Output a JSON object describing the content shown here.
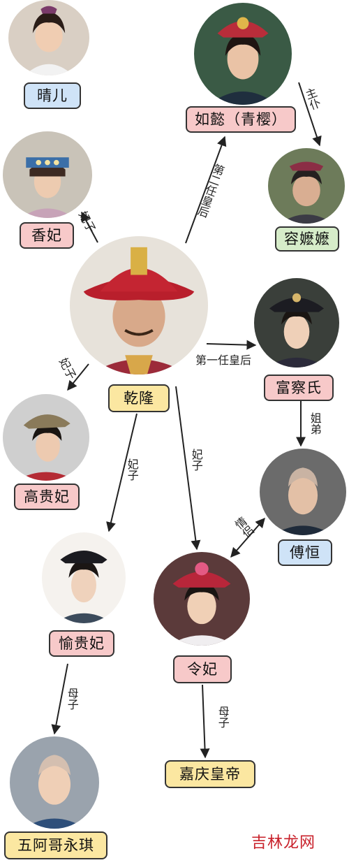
{
  "people": {
    "qinger": "晴儿",
    "xiangfei": "香妃",
    "ruyi": "如懿（青樱）",
    "rongmomo": "容嬷嬷",
    "qianlong": "乾隆",
    "fucha": "富察氏",
    "gaoguifei": "高贵妃",
    "fuheng": "傅恒",
    "yuguifei": "愉贵妃",
    "lingfei": "令妃",
    "yongqi": "五阿哥永琪",
    "jiaqing": "嘉庆皇帝"
  },
  "relations": {
    "xiangfei": "妃子",
    "ruyi": "第二任皇后",
    "rongmomo": "主仆",
    "fucha": "第一任皇后",
    "gaoguifei": "妃子",
    "yuguifei": "妃子",
    "lingfei": "妃子",
    "fuheng_sibling": "姐弟",
    "fuheng_lingfei": "情侣",
    "yongqi": "母子",
    "jiaqing": "母子"
  },
  "watermark": "吉林龙网",
  "colors": {
    "label_pink": "#f7c9c9",
    "label_blue": "#cfe3f7",
    "label_green": "#d6ecc9",
    "label_yellow": "#fbe7a1",
    "watermark_red": "#c8202a"
  }
}
